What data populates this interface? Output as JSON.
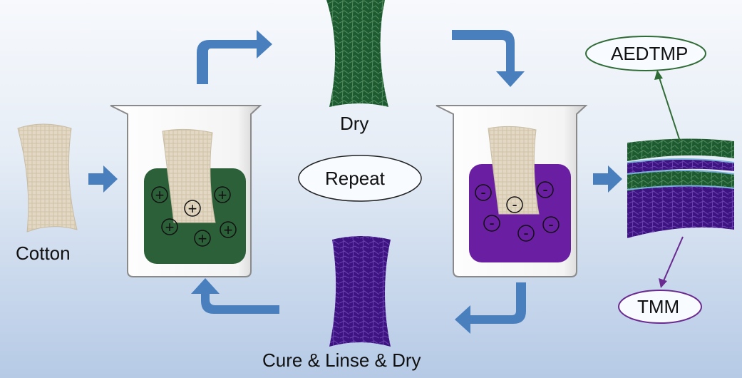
{
  "labels": {
    "cotton": "Cotton",
    "dry": "Dry",
    "repeat": "Repeat",
    "cure": "Cure & Linse & Dry",
    "aedtmp": "AEDTMP",
    "tmm": "TMM"
  },
  "charges": {
    "positive": "+",
    "negative": "-"
  },
  "colors": {
    "arrow": "#4a7fbd",
    "cotton": "#e3d8c3",
    "green_solution": "#2c6038",
    "purple_solution": "#6a1fa3",
    "green_fabric": "#1e5a30",
    "purple_fabric": "#3c1380",
    "aedtmp_outline": "#2f6b35",
    "tmm_outline": "#6a2a90"
  }
}
